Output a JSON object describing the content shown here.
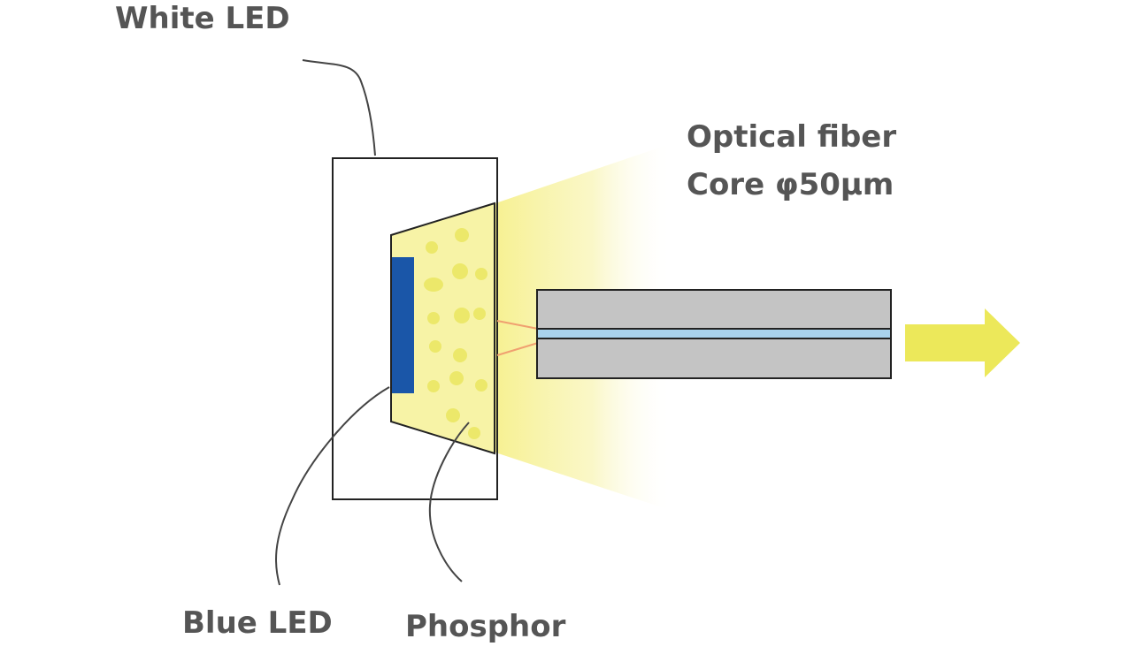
{
  "labels": {
    "white_led": "White LED",
    "fiber_line1": "Optical fiber",
    "fiber_line2": "Core φ50μm",
    "blue_led": "Blue LED",
    "phosphor": "Phosphor"
  },
  "colors": {
    "text": "#555555",
    "outline": "#222222",
    "leader_line": "#444444",
    "phosphor_fill": "#f7f3a6",
    "phosphor_particles": "#ece86a",
    "blue_led": "#1a56a8",
    "light_beam": "#f6f08c",
    "fiber_cladding": "#c4c4c4",
    "fiber_core": "#a8d2ec",
    "light_rays": "#f0a070",
    "arrow": "#ece85a"
  }
}
